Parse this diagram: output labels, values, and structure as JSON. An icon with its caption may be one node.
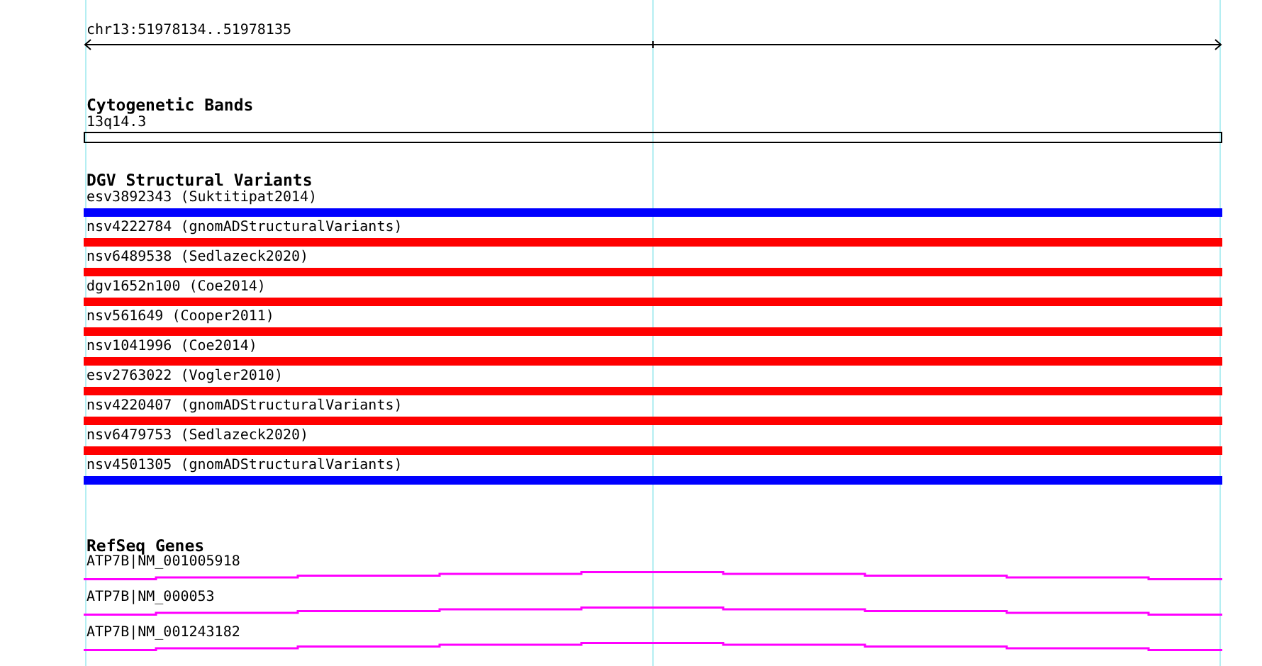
{
  "diagram": {
    "nodes": [
      {
        "text": [
          "13q14.3"
        ]
      },
      {
        "text": [
          "esv3892343 (Suktitipat2014)"
        ]
      },
      {
        "text": [
          "nsv4222784 (gnomADStructuralVariants)"
        ]
      },
      {
        "text": [
          "nsv6489538 (Sedlazeck2020)"
        ]
      },
      {
        "text": [
          "dgv1652n100 (Coe2014)"
        ]
      },
      {
        "text": [
          "nsv561649 (Cooper2011)"
        ]
      },
      {
        "text": [
          "nsv1041996 (Coe2014)"
        ]
      },
      {
        "text": [
          "esv2763022 (Vogler2010)"
        ]
      },
      {
        "text": [
          "nsv4220407 (gnomADStructuralVariants)"
        ]
      },
      {
        "text": [
          "nsv6479753 (Sedlazeck2020)"
        ]
      },
      {
        "text": [
          "nsv4501305 (gnomADStructuralVariants)"
        ]
      },
      {
        "text": [
          "ATP7B|NM_001005918"
        ]
      },
      {
        "text": [
          "ATP7B|NM_000053"
        ]
      },
      {
        "text": [
          "ATP7B|NM_001243182"
        ]
      }
    ],
    "labels": [
      "chr13:51978134..51978135",
      "Cytogenetic Bands",
      "DGV Structural Variants",
      "RefSeq Genes"
    ]
  }
}
